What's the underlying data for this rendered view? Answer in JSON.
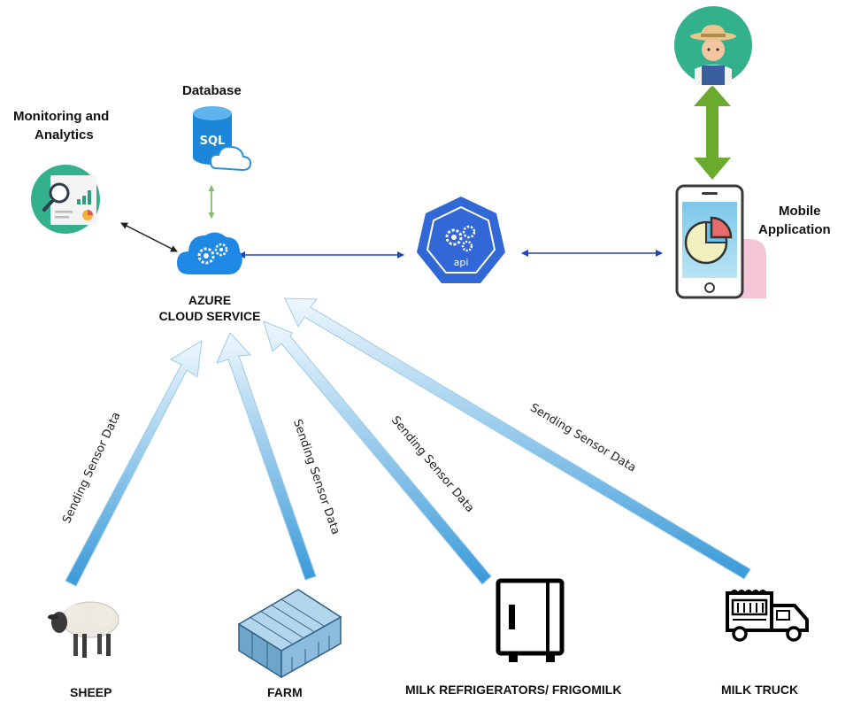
{
  "labels": {
    "database": "Database",
    "monitoring_line1": "Monitoring and",
    "monitoring_line2": "Analytics",
    "azure_line1": "AZURE",
    "azure_line2": "CLOUD SERVICE",
    "mobile_line1": "Mobile",
    "mobile_line2": "Application",
    "sheep": "SHEEP",
    "farm": "FARM",
    "fridge": "MILK REFRIGERATORS/ FRIGOMILK",
    "truck": "MILK TRUCK"
  },
  "icon_text": {
    "sql": "SQL",
    "api": "api"
  },
  "arrows": {
    "sensor_label": "Sending Sensor Data"
  },
  "colors": {
    "azure_blue": "#1e88e5",
    "teal_circle": "#33b08c",
    "api_blue": "#3267d6",
    "green_arrow": "#6aab2e",
    "sensor_arrow_light": "#e6f3fb",
    "sensor_arrow_dark": "#3a9ad9",
    "connector_blue": "#2244bb"
  },
  "icons": [
    "sql-database-icon",
    "analytics-icon",
    "azure-cloud-icon",
    "api-icon",
    "farmer-icon",
    "mobile-app-icon",
    "sheep-icon",
    "greenhouse-icon",
    "fridge-icon",
    "food-truck-icon"
  ]
}
